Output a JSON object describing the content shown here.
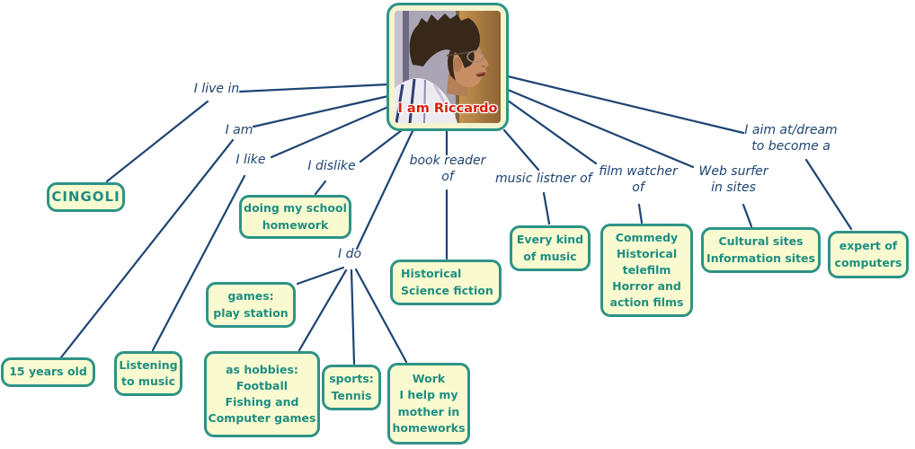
{
  "central_node": {
    "name_lines": [
      "I am",
      "Riccardo"
    ],
    "photo_description": "boy with glasses in profile"
  },
  "edge_labels": {
    "live_in": [
      "I live in"
    ],
    "i_am": [
      "I am"
    ],
    "i_like": [
      "I like"
    ],
    "i_dislike": [
      "I dislike"
    ],
    "i_do": [
      "I do"
    ],
    "book_reader": [
      "book reader",
      "of"
    ],
    "music_listner": [
      "music listner of"
    ],
    "film_watcher": [
      "film watcher",
      "of"
    ],
    "web_surfer": [
      "Web surfer",
      "in sites"
    ],
    "i_aim": [
      "I aim at/dream",
      "to become a"
    ]
  },
  "nodes": {
    "cingoli": [
      "CINGOLI"
    ],
    "school_homework": [
      "doing my school",
      "homework"
    ],
    "fifteen_years": [
      "15 years old"
    ],
    "listening_music": [
      "Listening",
      "to music"
    ],
    "games": [
      "games:",
      "play station"
    ],
    "hobbies": [
      "as hobbies:",
      "Football",
      "Fishing and",
      "Computer games"
    ],
    "sports": [
      "sports:",
      "Tennis"
    ],
    "work": [
      "Work",
      "I help my",
      "mother in",
      "homeworks"
    ],
    "books": [
      "Historical",
      "Science fiction"
    ],
    "music": [
      "Every kind",
      "of music"
    ],
    "films": [
      "Commedy",
      "Historical",
      "telefilm",
      "Horror and",
      "action films"
    ],
    "websites": [
      "Cultural sites",
      "Information sites"
    ],
    "expert": [
      "expert of",
      "computers"
    ]
  },
  "colors": {
    "node_border": "#2e9386",
    "node_fill": "#fafad0",
    "node_text": "#1f8e82",
    "connector_line": "#1d4472",
    "edge_label_text": "#1d4472",
    "name_text": "#d8200c"
  }
}
